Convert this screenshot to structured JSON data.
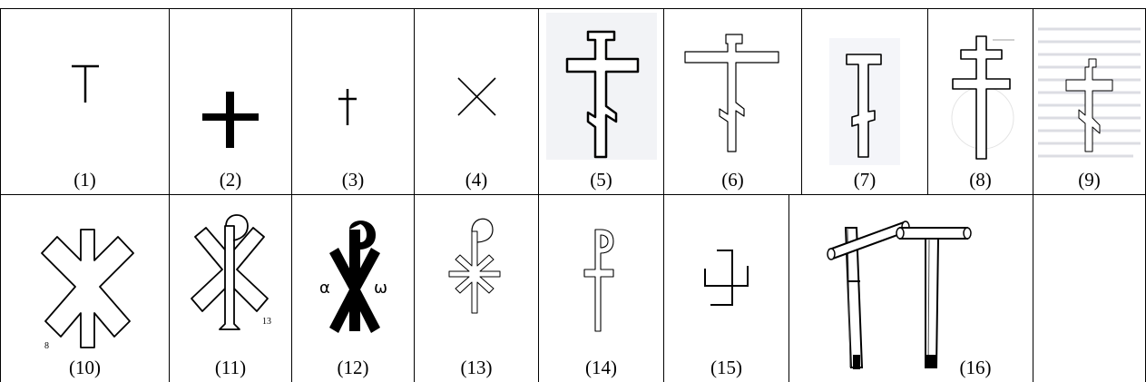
{
  "figures": [
    {
      "label": "(1)",
      "icon": "tau-cross-icon"
    },
    {
      "label": "(2)",
      "icon": "greek-cross-icon"
    },
    {
      "label": "(3)",
      "icon": "latin-cross-icon"
    },
    {
      "label": "(4)",
      "icon": "saltire-cross-icon"
    },
    {
      "label": "(5)",
      "icon": "orthodox-cross-icon"
    },
    {
      "label": "(6)",
      "icon": "orthodox-cross-outline-icon"
    },
    {
      "label": "(7)",
      "icon": "cross-with-slanted-bar-icon"
    },
    {
      "label": "(8)",
      "icon": "patriarchal-cross-icon"
    },
    {
      "label": "(9)",
      "icon": "orthodox-cross-small-icon"
    },
    {
      "label": "(10)",
      "icon": "six-armed-cross-icon",
      "note": "8"
    },
    {
      "label": "(11)",
      "icon": "chi-rho-outline-icon",
      "note": "13"
    },
    {
      "label": "(12)",
      "icon": "chi-rho-alpha-omega-icon",
      "alpha": "α",
      "omega": "ω"
    },
    {
      "label": "(13)",
      "icon": "chi-rho-star-icon"
    },
    {
      "label": "(14)",
      "icon": "staurogram-icon"
    },
    {
      "label": "(15)",
      "icon": "swastika-cross-icon"
    },
    {
      "label": "(16)",
      "icon": "wooden-crosses-icon"
    }
  ]
}
